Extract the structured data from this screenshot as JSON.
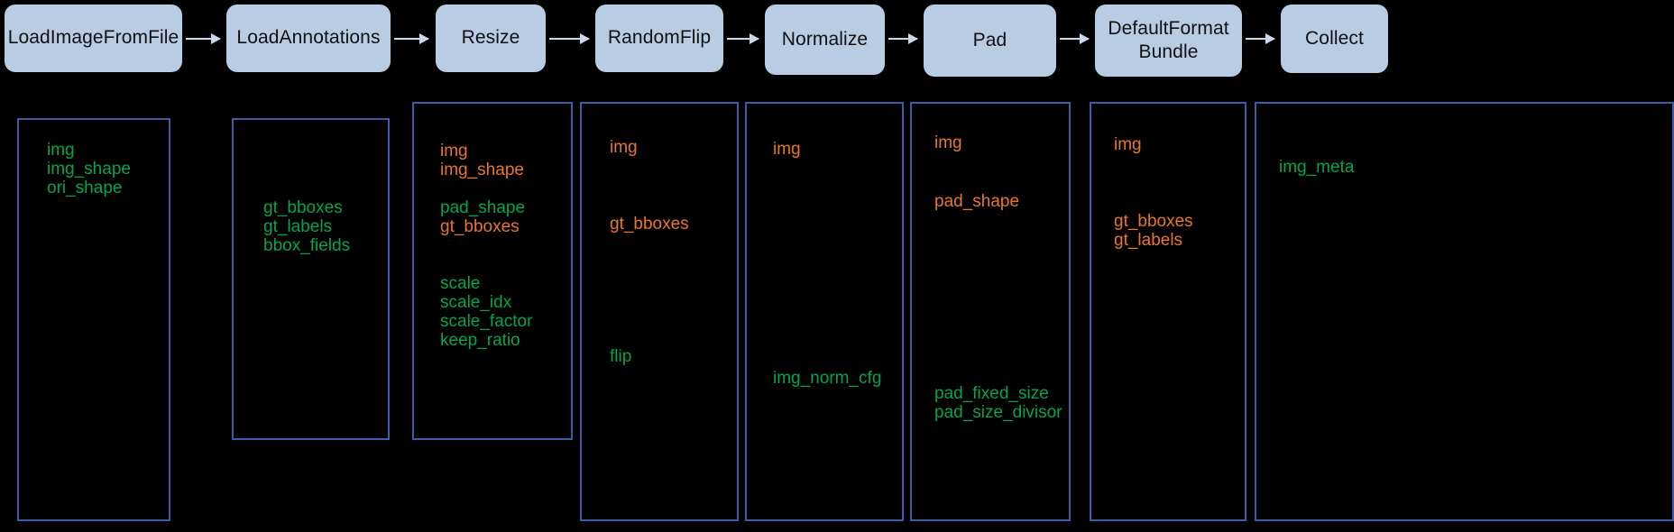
{
  "title": "MMDetection data pipeline field flow",
  "legend": {
    "new_field_color": "#06a44e",
    "updated_field_color": "#e8762c",
    "node_fill": "#b8cce4",
    "panel_border": "#3c5ca8",
    "background": "#000000"
  },
  "pipeline": {
    "nodes": [
      {
        "label": "LoadImageFromFile"
      },
      {
        "label": "LoadAnnotations"
      },
      {
        "label": "Resize"
      },
      {
        "label": "RandomFlip"
      },
      {
        "label": "Normalize"
      },
      {
        "label": "Pad"
      },
      {
        "label": "DefaultFormat\nBundle"
      },
      {
        "label": "Collect"
      }
    ],
    "node_labels": {
      "n0": "LoadImageFromFile",
      "n1": "LoadAnnotations",
      "n2": "Resize",
      "n3": "RandomFlip",
      "n4": "Normalize",
      "n5": "Pad",
      "n6_line1": "DefaultFormat",
      "n6_line2": "Bundle",
      "n7": "Collect"
    }
  },
  "panels": [
    {
      "stage": "LoadImageFromFile",
      "groups": [
        {
          "color": "green",
          "items": [
            "img",
            "img_shape",
            "ori_shape"
          ]
        }
      ]
    },
    {
      "stage": "LoadAnnotations",
      "groups": [
        {
          "color": "green",
          "items": [
            "gt_bboxes",
            "gt_labels",
            "bbox_fields"
          ]
        }
      ]
    },
    {
      "stage": "Resize",
      "groups": [
        {
          "color": "orange",
          "items": [
            "img",
            "img_shape"
          ]
        },
        {
          "color": "mixed",
          "items": [
            "pad_shape",
            "gt_bboxes"
          ]
        },
        {
          "color": "green",
          "items": [
            "scale",
            "scale_idx",
            "scale_factor",
            "keep_ratio"
          ]
        }
      ]
    },
    {
      "stage": "RandomFlip",
      "groups": [
        {
          "color": "orange",
          "items": [
            "img"
          ]
        },
        {
          "color": "orange",
          "items": [
            "gt_bboxes"
          ]
        },
        {
          "color": "green",
          "items": [
            "flip"
          ]
        }
      ]
    },
    {
      "stage": "Normalize",
      "groups": [
        {
          "color": "orange",
          "items": [
            "img"
          ]
        },
        {
          "color": "green",
          "items": [
            "img_norm_cfg"
          ]
        }
      ]
    },
    {
      "stage": "Pad",
      "groups": [
        {
          "color": "orange",
          "items": [
            "img"
          ]
        },
        {
          "color": "orange",
          "items": [
            "pad_shape"
          ]
        },
        {
          "color": "green",
          "items": [
            "pad_fixed_size",
            "pad_size_divisor"
          ]
        }
      ]
    },
    {
      "stage": "DefaultFormatBundle",
      "groups": [
        {
          "color": "orange",
          "items": [
            "img"
          ]
        },
        {
          "color": "orange",
          "items": [
            "gt_bboxes",
            "gt_labels"
          ]
        }
      ]
    },
    {
      "stage": "Collect",
      "groups": [
        {
          "color": "green",
          "items": [
            "img_meta"
          ]
        }
      ]
    }
  ],
  "fields": {
    "p0": {
      "f0": "img",
      "f1": "img_shape",
      "f2": "ori_shape"
    },
    "p1": {
      "f0": "gt_bboxes",
      "f1": "gt_labels",
      "f2": "bbox_fields"
    },
    "p2": {
      "f0": "img",
      "f1": "img_shape",
      "f2": "pad_shape",
      "f3": "gt_bboxes",
      "f4": "scale",
      "f5": "scale_idx",
      "f6": "scale_factor",
      "f7": "keep_ratio"
    },
    "p3": {
      "f0": "img",
      "f1": "gt_bboxes",
      "f2": "flip"
    },
    "p4": {
      "f0": "img",
      "f1": "img_norm_cfg"
    },
    "p5": {
      "f0": "img",
      "f1": "pad_shape",
      "f2": "pad_fixed_size",
      "f3": "pad_size_divisor"
    },
    "p6": {
      "f0": "img",
      "f1": "gt_bboxes",
      "f2": "gt_labels"
    },
    "p7": {
      "f0": "img_meta"
    }
  }
}
